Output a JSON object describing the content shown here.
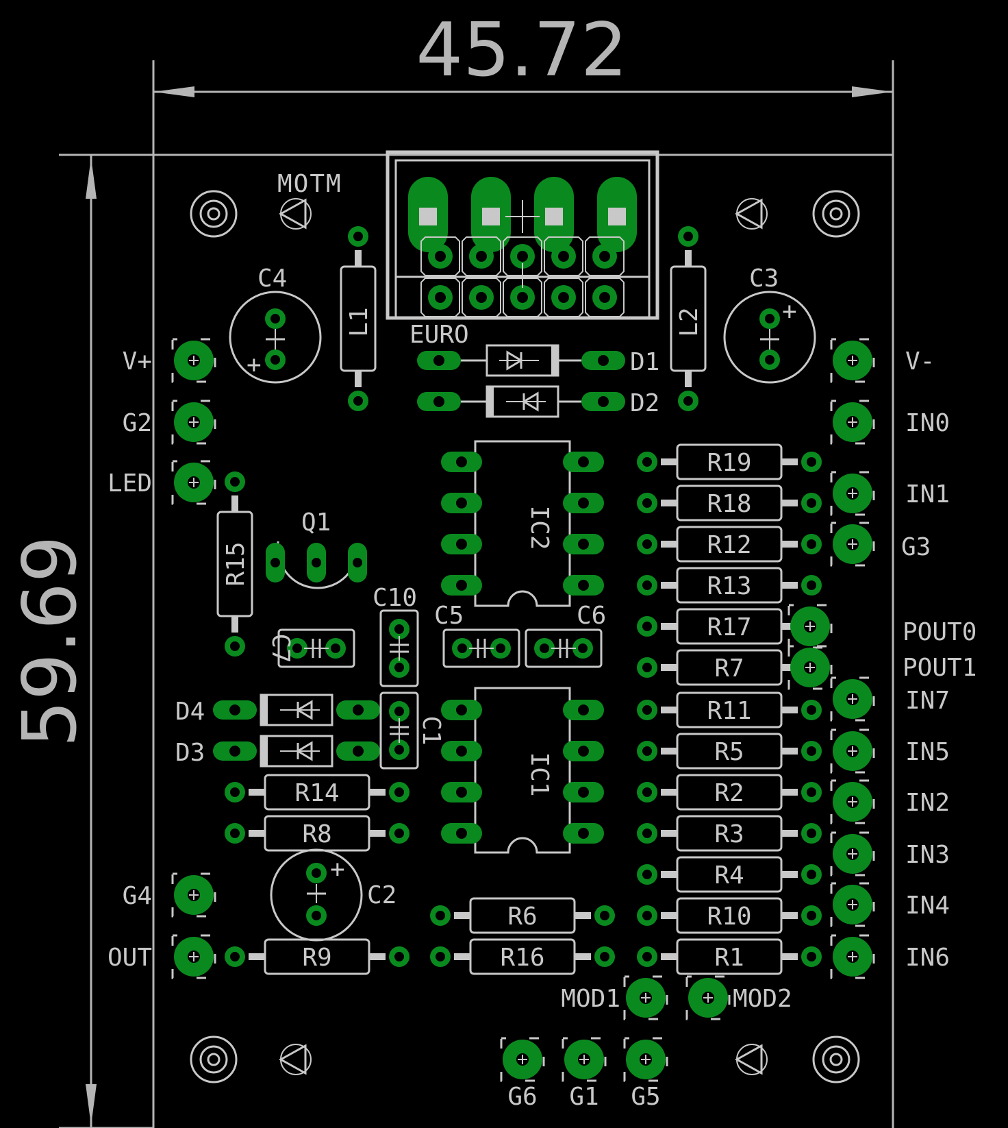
{
  "dimensions": {
    "width": "45.72",
    "height": "59.69"
  },
  "colors": {
    "background": "#000000",
    "copper": "#0a8a1e",
    "silk": "#c8c8c8",
    "dimension": "#b5b5b5",
    "drill": "#000000"
  },
  "connector": {
    "brand": "MOTM",
    "alt": "EURO"
  },
  "labels": {
    "v_plus": "V+",
    "g2": "G2",
    "led": "LED",
    "g4": "G4",
    "out": "OUT",
    "v_minus": "V-",
    "in0": "IN0",
    "in1": "IN1",
    "g3": "G3",
    "pout0": "POUT0",
    "pout1": "POUT1",
    "in7": "IN7",
    "in5": "IN5",
    "in2": "IN2",
    "in3": "IN3",
    "in4": "IN4",
    "in6": "IN6",
    "mod1": "MOD1",
    "mod2": "MOD2",
    "g6": "G6",
    "g1": "G1",
    "g5": "G5"
  },
  "components": {
    "c1": "C1",
    "c2": "C2",
    "c3": "C3",
    "c4": "C4",
    "c5": "C5",
    "c6": "C6",
    "c7": "C7",
    "c10": "C10",
    "l1": "L1",
    "l2": "L2",
    "d1": "D1",
    "d2": "D2",
    "d3": "D3",
    "d4": "D4",
    "q1": "Q1",
    "ic1": "IC1",
    "ic2": "IC2",
    "r1": "R1",
    "r2": "R2",
    "r3": "R3",
    "r4": "R4",
    "r5": "R5",
    "r6": "R6",
    "r7": "R7",
    "r8": "R8",
    "r9": "R9",
    "r10": "R10",
    "r11": "R11",
    "r12": "R12",
    "r13": "R13",
    "r14": "R14",
    "r15": "R15",
    "r16": "R16",
    "r17": "R17",
    "r18": "R18",
    "r19": "R19"
  },
  "polarity": {
    "plus": "+"
  }
}
